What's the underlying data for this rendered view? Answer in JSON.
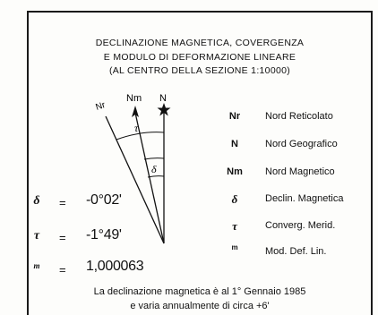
{
  "title": {
    "line1": "DECLINAZIONE MAGNETICA, COVERGENZA",
    "line2": "E MODULO DI DEFORMAZIONE LINEARE",
    "line3": "(AL CENTRO DELLA SEZIONE 1:10000)"
  },
  "diagram": {
    "label_nr": "Nr",
    "label_nm": "Nm",
    "label_n": "N",
    "angle_tau": "τ",
    "angle_delta": "δ"
  },
  "legend": [
    {
      "symbol": "Nr",
      "text": "Nord Reticolato"
    },
    {
      "symbol": "N",
      "text": "Nord Geografico"
    },
    {
      "symbol": "Nm",
      "text": "Nord Magnetico"
    },
    {
      "symbol": "δ",
      "text": "Declin. Magnetica"
    },
    {
      "symbol": "τ",
      "text": "Converg. Merid."
    },
    {
      "symbol": "m",
      "text": "Mod. Def. Lin."
    }
  ],
  "values": [
    {
      "symbol": "δ",
      "eq": "=",
      "value": "-0°02'"
    },
    {
      "symbol": "τ",
      "eq": "=",
      "value": "-1°49'"
    },
    {
      "symbol": "m",
      "eq": "=",
      "value": "1,000063"
    }
  ],
  "footer": {
    "line1": "La declinazione magnetica è al 1° Gennaio 1985",
    "line2": "e varia annualmente di circa +6'"
  }
}
